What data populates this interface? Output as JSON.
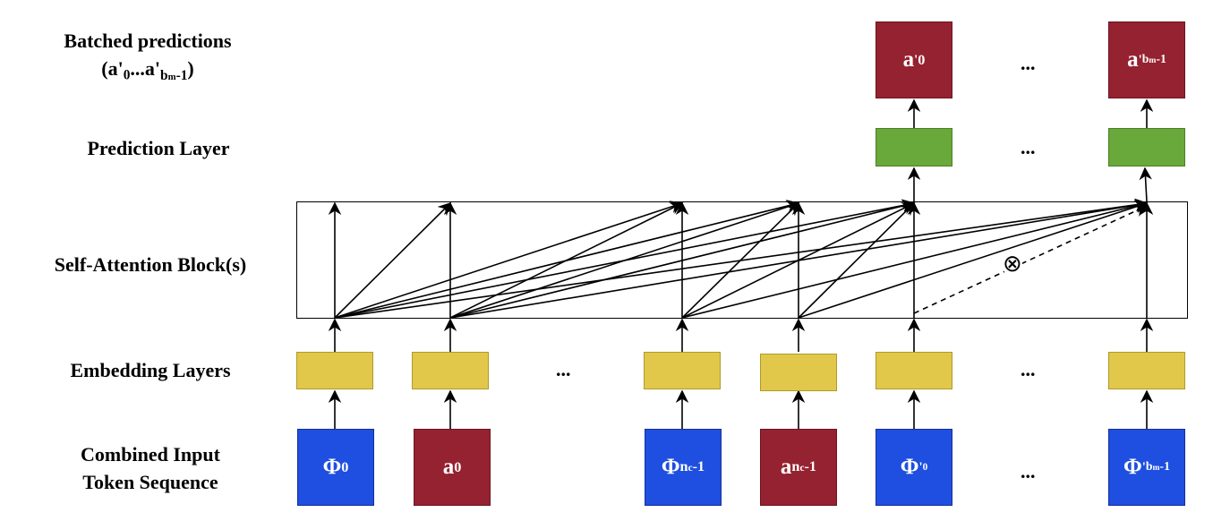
{
  "labels": {
    "predictions_line1": "Batched predictions",
    "predictions_line2_prefix": "(a'",
    "predictions_line2_sub0": "0",
    "predictions_line2_mid": "...a'",
    "predictions_line2_subb": "b",
    "predictions_line2_subm": "m",
    "predictions_line2_tail": "-1",
    "predictions_line2_close": ")",
    "prediction_layer": "Prediction Layer",
    "self_attention": "Self-Attention Block(s)",
    "embedding": "Embedding Layers",
    "input_line1": "Combined Input",
    "input_line2": "Token Sequence"
  },
  "tokens": {
    "phi0_base": "Φ",
    "phi0_sub": "0",
    "a0_base": "a",
    "a0_sub": "0",
    "phinc_base": "Φ",
    "phinc_sub_n": "n",
    "phinc_sub_c": "c",
    "phinc_sub_tail": "-1",
    "anc_base": "a",
    "anc_sub_n": "n",
    "anc_sub_c": "c",
    "anc_sub_tail": "-1",
    "phip0_base": "Φ",
    "phip0_sup": "'",
    "phip0_sub": "0",
    "phipb_base": "Φ",
    "phipb_sup": "'",
    "phipb_sub_b": "b",
    "phipb_sub_m": "m",
    "phipb_sub_tail": "-1"
  },
  "outputs": {
    "out0_base": "a",
    "out0_sup": "'",
    "out0_sub": "0",
    "outb_base": "a",
    "outb_sup": "'",
    "outb_sub_b": "b",
    "outb_sub_m": "m",
    "outb_sub_tail": "-1"
  },
  "ellipsis": "...",
  "mask_symbol": "⊗",
  "colors": {
    "phi_token": "#1f4fe0",
    "action_token": "#952230",
    "embedding": "#e1c84b",
    "prediction": "#69a83a",
    "output": "#952230"
  }
}
